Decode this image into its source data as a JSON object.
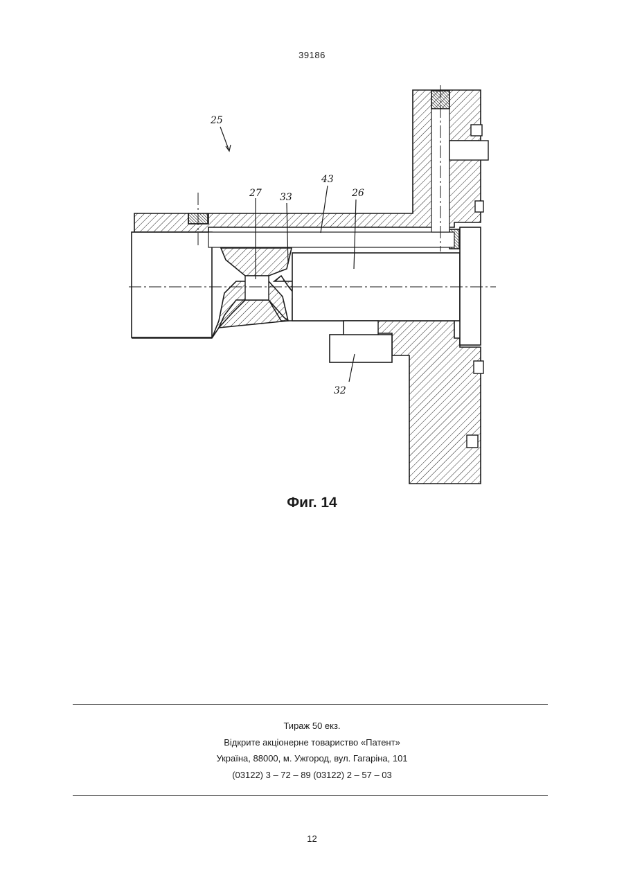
{
  "header": {
    "doc_number": "39186"
  },
  "figure": {
    "caption": "Фиг. 14",
    "labels": {
      "l25": "25",
      "l27": "27",
      "l33": "33",
      "l43": "43",
      "l26": "26",
      "l32": "32"
    },
    "colors": {
      "ink": "#1a1a1a",
      "paper": "#ffffff"
    }
  },
  "imprint": {
    "line1": "Тираж 50 екз.",
    "line2": "Відкрите акціонерне товариство «Патент»",
    "line3": "Україна, 88000, м. Ужгород, вул. Гагаріна, 101",
    "line4": "(03122) 3 – 72 – 89   (03122) 2 – 57 – 03"
  },
  "footer": {
    "page_number": "12"
  }
}
